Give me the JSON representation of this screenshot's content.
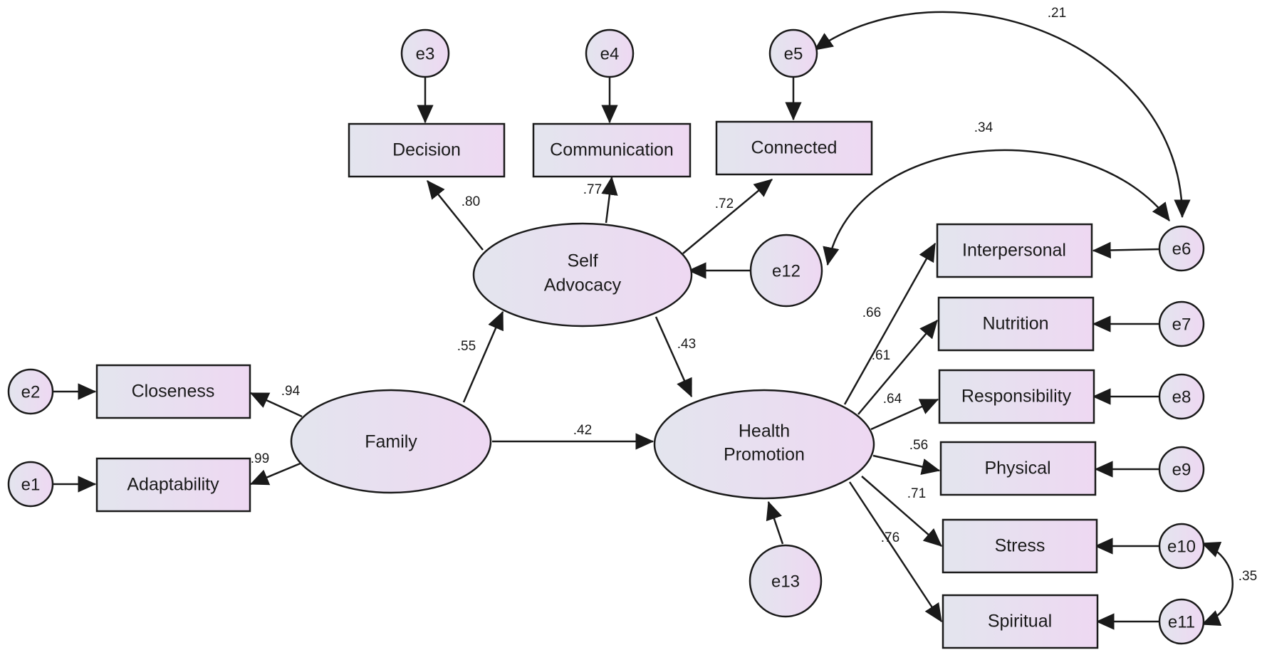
{
  "latent": {
    "family": "Family",
    "self_advocacy_line1": "Self",
    "self_advocacy_line2": "Advocacy",
    "health_promotion_line1": "Health",
    "health_promotion_line2": "Promotion"
  },
  "observed": {
    "decision": "Decision",
    "communication": "Communication",
    "connected": "Connected",
    "closeness": "Closeness",
    "adaptability": "Adaptability",
    "interpersonal": "Interpersonal",
    "nutrition": "Nutrition",
    "responsibility": "Responsibility",
    "physical": "Physical",
    "stress": "Stress",
    "spiritual": "Spiritual"
  },
  "errors": {
    "e1": "e1",
    "e2": "e2",
    "e3": "e3",
    "e4": "e4",
    "e5": "e5",
    "e6": "e6",
    "e7": "e7",
    "e8": "e8",
    "e9": "e9",
    "e10": "e10",
    "e11": "e11",
    "e12": "e12",
    "e13": "e13"
  },
  "coefficients": {
    "self_decision": ".80",
    "self_communication": ".77",
    "self_connected": ".72",
    "family_closeness": ".94",
    "family_adaptability": ".99",
    "family_self": ".55",
    "family_health": ".42",
    "self_health": ".43",
    "health_interpersonal": ".66",
    "health_nutrition": ".61",
    "health_responsibility": ".64",
    "health_physical": ".56",
    "health_stress": ".71",
    "health_spiritual": ".76",
    "cov_e5_e6": ".21",
    "cov_e12_e6": ".34",
    "cov_e10_e11": ".35"
  },
  "colors": {
    "fill_left": "#e3e5ee",
    "fill_right": "#eed8f2",
    "stroke": "#1a1a1a"
  }
}
